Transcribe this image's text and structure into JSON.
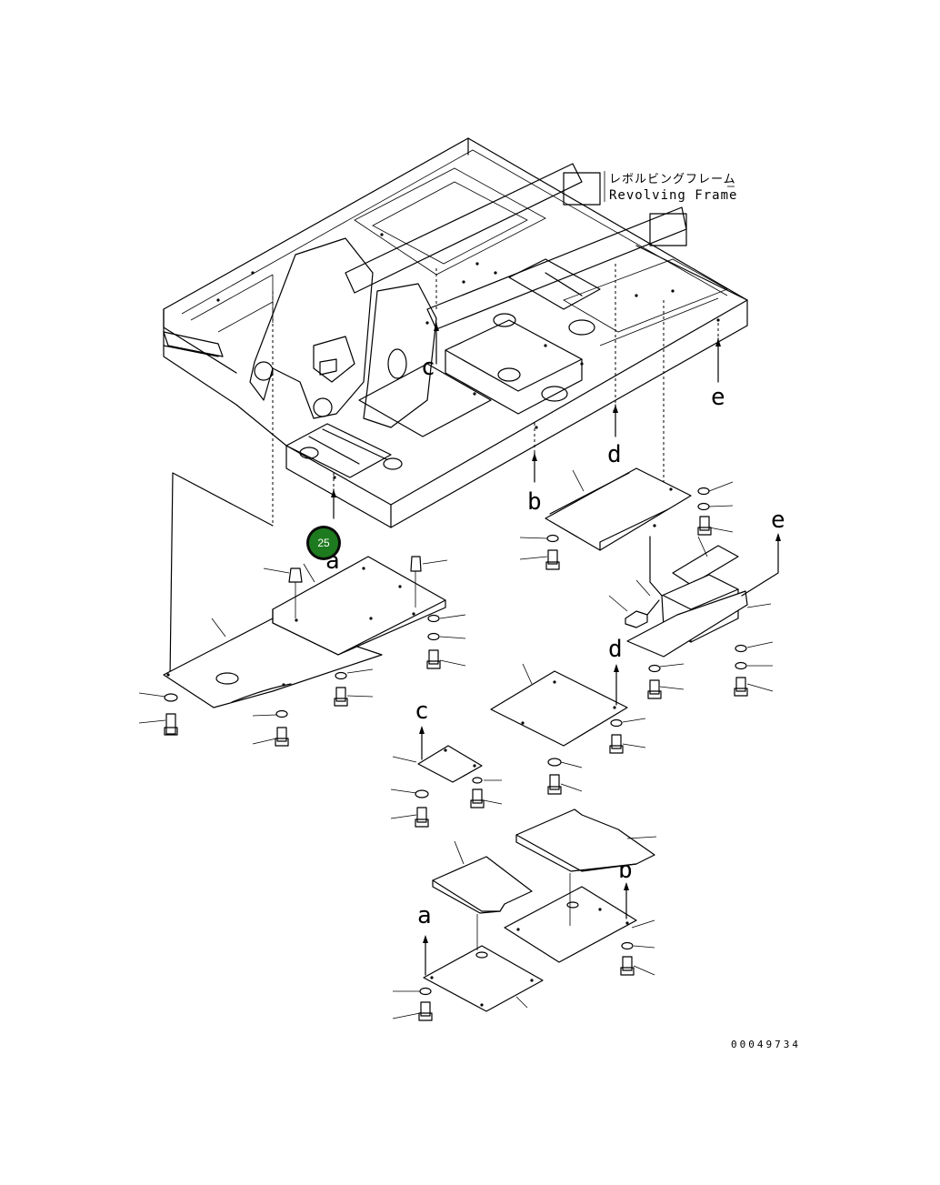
{
  "frame_label": {
    "japanese": "レボルビングフレーム",
    "english": "Revolving Frame"
  },
  "drawing_number": "00049734",
  "callout": {
    "number": "25",
    "color": "#1e7a1e"
  },
  "reference_letters": {
    "a": "a",
    "b": "b",
    "c": "c",
    "d": "d",
    "e": "e"
  }
}
